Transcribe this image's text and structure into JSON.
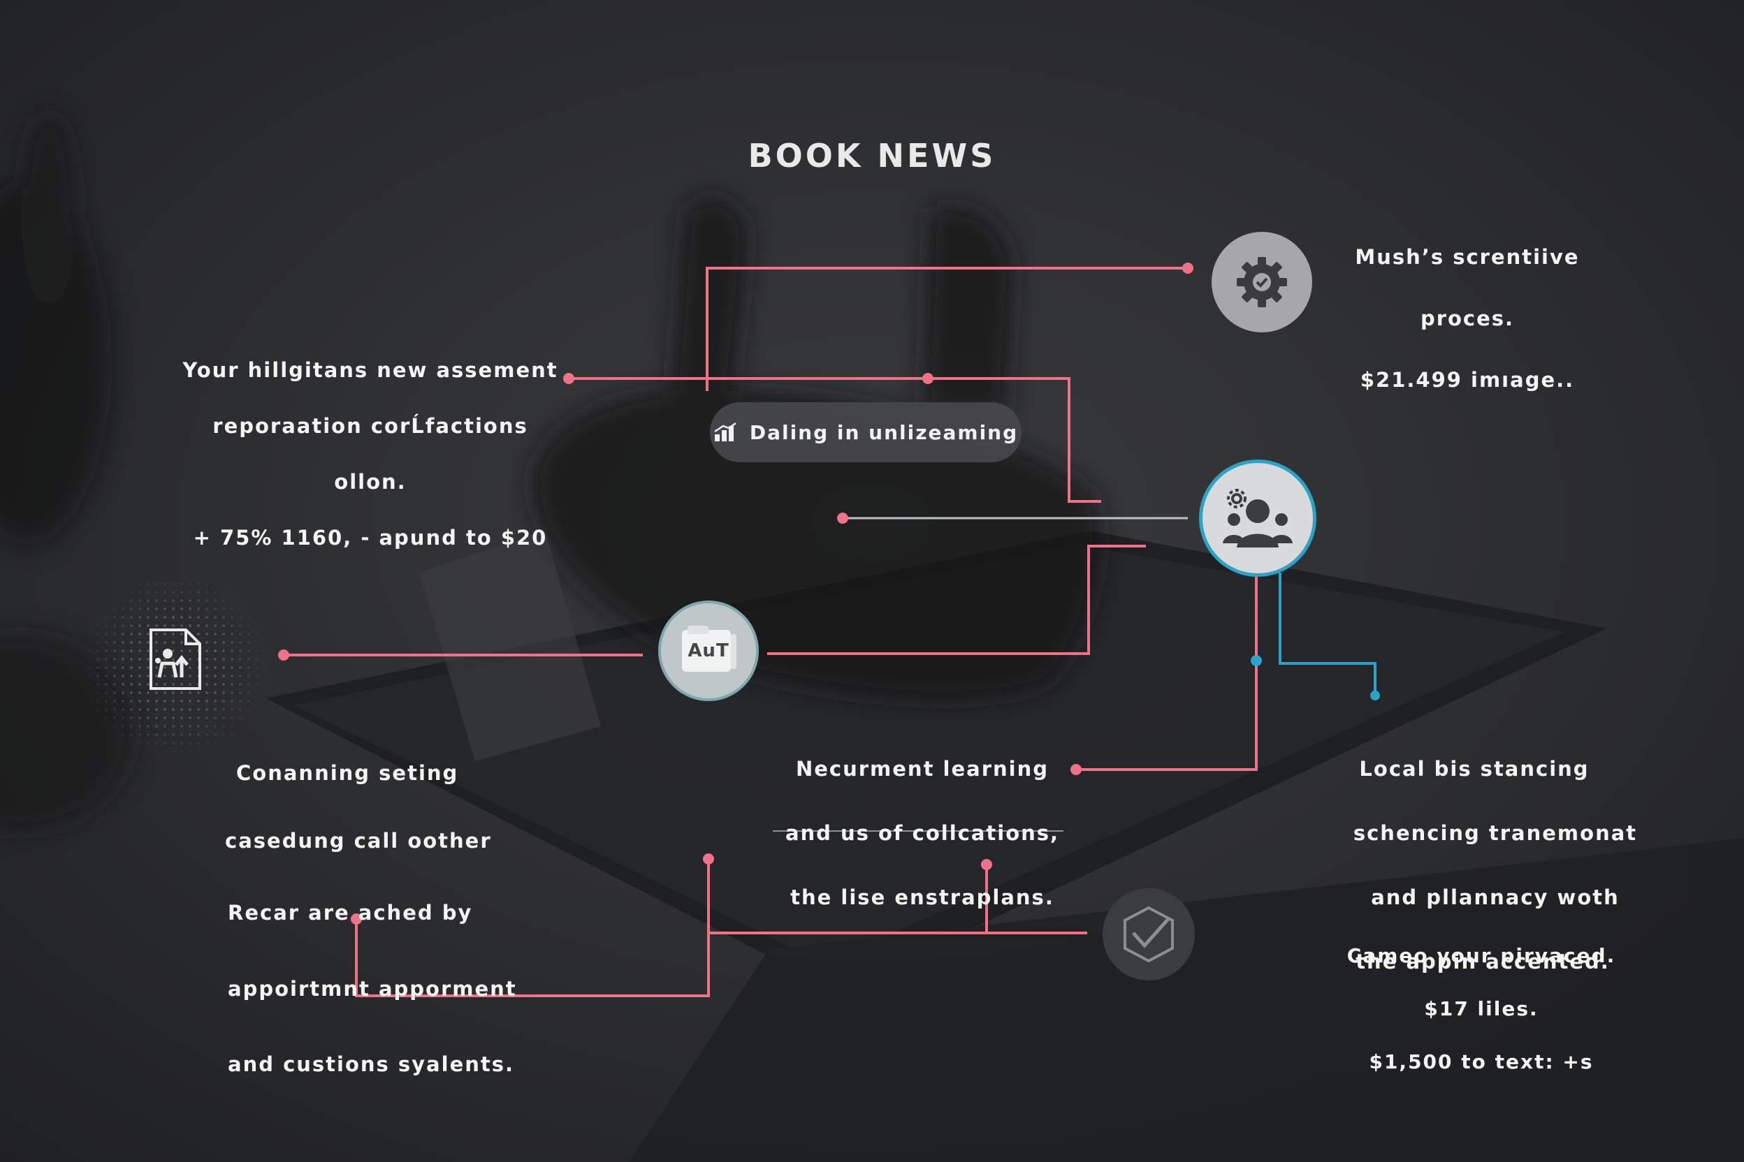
{
  "title": "BOOK NEWS",
  "top_right": {
    "lines": [
      "Mush’s screntiive",
      "proces.",
      "$21.499 imıage.."
    ]
  },
  "left_block": {
    "lines": [
      "Your hillgitans new assement",
      "reporaation corĹfactions",
      "ollon.",
      "+ 75% 1160, - apund to $20"
    ]
  },
  "pill": {
    "icon": "bar-chart-icon",
    "label": "Daling in unlizeaming"
  },
  "left_lower": {
    "lines": [
      "Conanning seting",
      "casedung call oother",
      "Recar are ached by",
      "appoirtmnt apporment",
      "and custions syalents."
    ]
  },
  "center_lower": {
    "lines": [
      "Necurment learning",
      "and us of collcations,",
      "the lise enstraplans."
    ]
  },
  "right_mid": {
    "lines": [
      "Local bis stancing",
      "schencing tranemonat",
      "and pllannacy woth",
      "the appin accented."
    ]
  },
  "bottom_right": {
    "lines": [
      "Cameo your pirvaced.",
      "$17 liles.",
      "$1,500 to text: +s"
    ]
  },
  "aut_node": {
    "icon": "folder-icon",
    "label": "AuT"
  },
  "icons": {
    "gear": "gear-check-icon",
    "team": "team-icon",
    "doc": "document-people-icon",
    "hex": "hexagon-check-icon"
  },
  "colors": {
    "accent_pink": "#f07287",
    "accent_blue": "#2aa3c6",
    "background": "#2b2c2e"
  }
}
